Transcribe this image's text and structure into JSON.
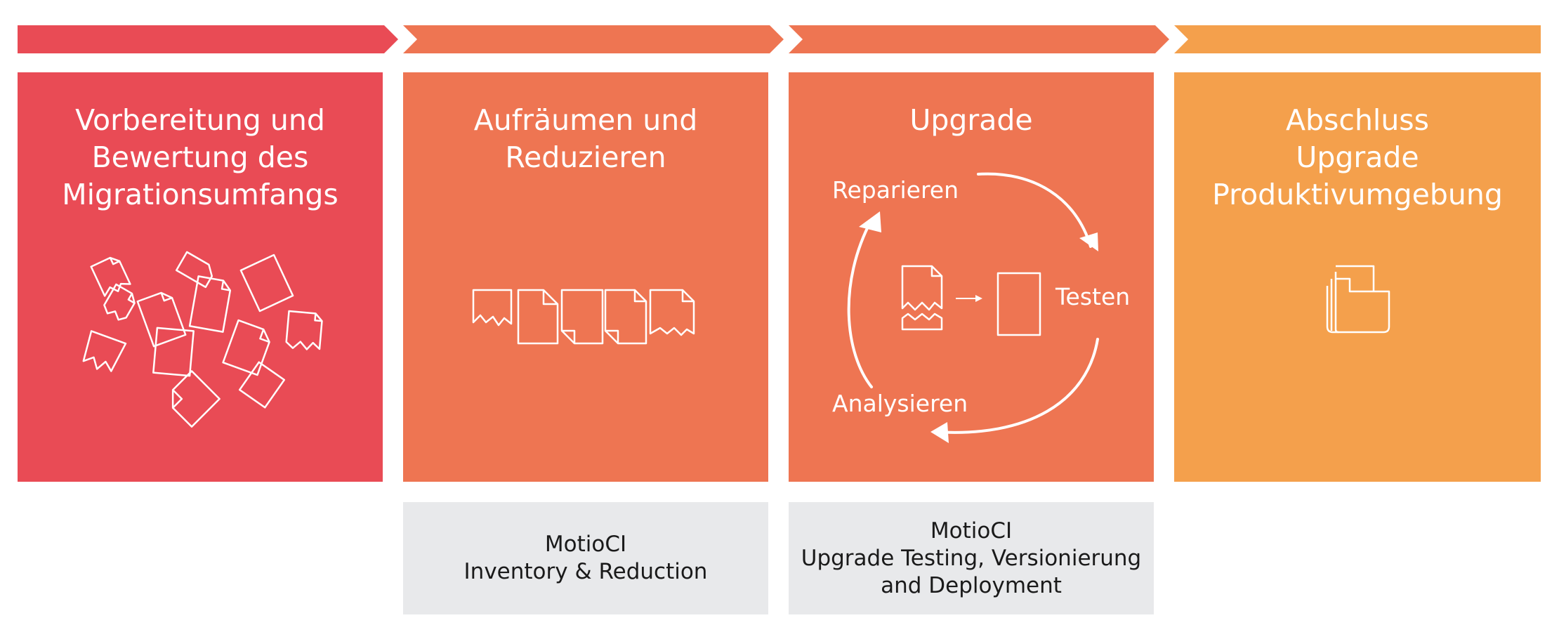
{
  "colors": {
    "phase1": "#e94b55",
    "phase2": "#ee7552",
    "phase3": "#ee7552",
    "phase4": "#f4a04c",
    "tool_bg": "#e8e9eb",
    "icon_stroke": "#ffffff"
  },
  "phases": [
    {
      "title_lines": [
        "Vorbereitung und",
        "Bewertung des",
        "Migrationsumfangs"
      ],
      "icon": "scattered-documents-icon"
    },
    {
      "title_lines": [
        "Aufräumen und",
        "Reduzieren"
      ],
      "icon": "document-row-icon"
    },
    {
      "title_lines": [
        "Upgrade"
      ],
      "icon": "document-transform-icon",
      "cycle": {
        "top": "Reparieren",
        "right": "Testen",
        "bottom": "Analysieren"
      }
    },
    {
      "title_lines": [
        "Abschluss",
        "Upgrade",
        "Produktivumgebung"
      ],
      "icon": "folder-stack-icon"
    }
  ],
  "tools": [
    {
      "phase": 2,
      "lines": [
        "MotioCI",
        "Inventory & Reduction"
      ]
    },
    {
      "phase": 3,
      "lines": [
        "MotioCI",
        "Upgrade Testing, Versionierung",
        "and Deployment"
      ]
    }
  ]
}
